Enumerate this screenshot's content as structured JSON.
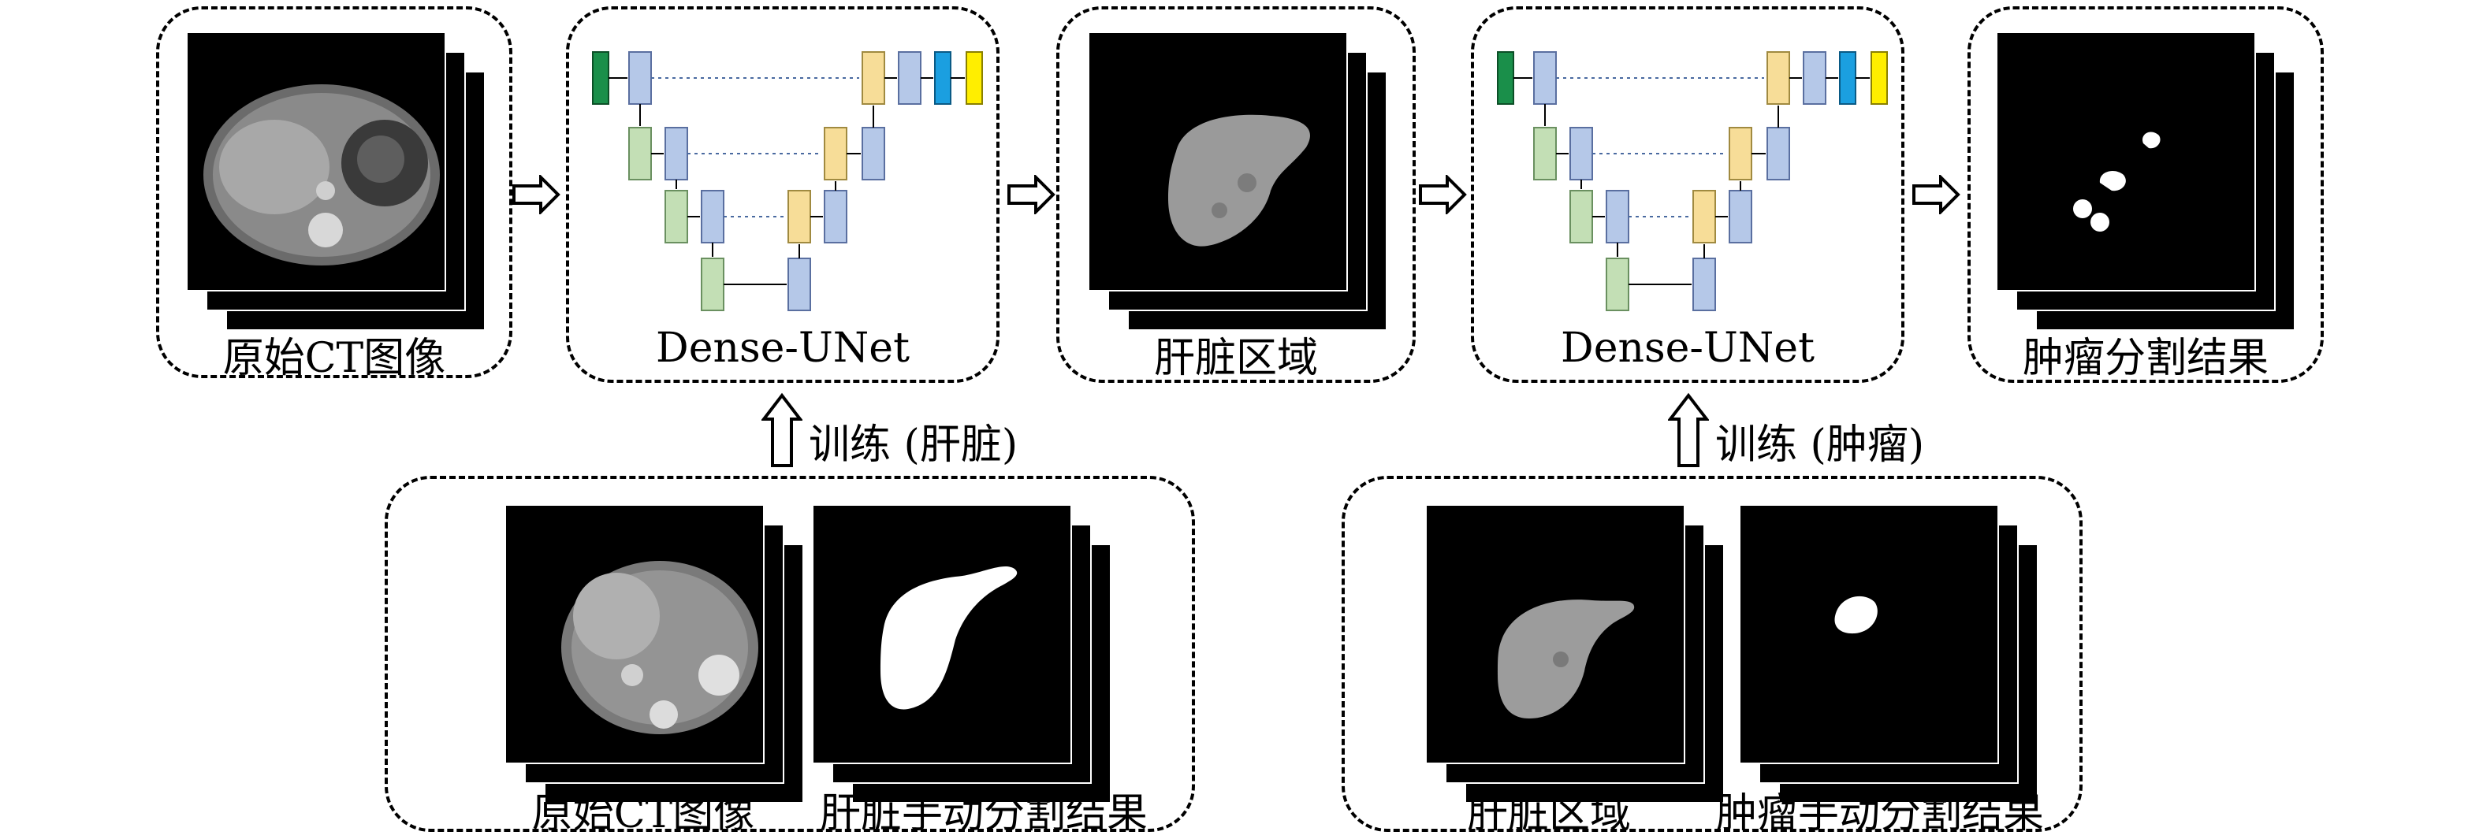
{
  "top_row": {
    "input_label": "原始CT图像",
    "net1_label": "Dense-UNet",
    "liver_label": "肝脏区域",
    "net2_label": "Dense-UNet",
    "result_label": "肿瘤分割结果"
  },
  "train_arrows": {
    "liver": "训练 (肝脏)",
    "tumor": "训练 (肿瘤)"
  },
  "bottom_left": {
    "ct_label": "原始CT图像",
    "mask_label": "肝脏手动分割结果"
  },
  "bottom_right": {
    "liver_label": "肝脏区域",
    "mask_label": "肿瘤手动分割结果"
  },
  "colors": {
    "input_block": "#1a8f4a",
    "encoder_block": "#b5c8e8",
    "down_block": "#c3dfb5",
    "up_block": "#f7dd98",
    "output_block_1": "#1b9fe0",
    "output_block_2": "#ffee00"
  }
}
